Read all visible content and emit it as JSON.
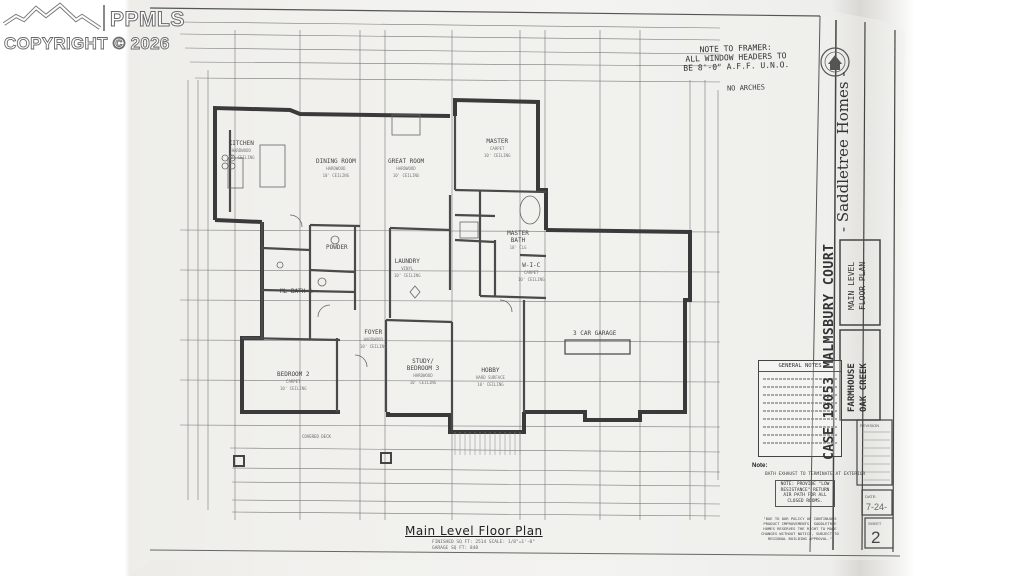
{
  "watermark": {
    "brand": "PPMLS",
    "copyright": "COPYRIGHT © 2026",
    "logo_icon": "mountains-icon"
  },
  "plan": {
    "title": "Main Level Floor Plan",
    "subtitle_line1": "FINISHED SQ FT: 2514   SCALE: 1/8\"=1'-0\"",
    "subtitle_line2": "GARAGE SQ FT: 848",
    "framer_note": [
      "NOTE TO FRAMER:",
      "ALL WINDOW HEADERS TO",
      "BE 8'-0\" A.F.F. U.N.O."
    ],
    "no_arches": "NO ARCHES",
    "rooms": [
      {
        "name": "KITCHEN",
        "floor": "HARDWOOD",
        "ceiling": "10' CEILING"
      },
      {
        "name": "DINING ROOM",
        "floor": "HARDWOOD",
        "ceiling": "10' CEILING"
      },
      {
        "name": "GREAT ROOM",
        "floor": "HARDWOOD",
        "ceiling": "10' CEILING"
      },
      {
        "name": "MASTER",
        "floor": "CARPET",
        "ceiling": "10' CEILING"
      },
      {
        "name": "MASTER BATH",
        "floor": "",
        "ceiling": "10' CLG"
      },
      {
        "name": "W-I-C",
        "floor": "CARPET",
        "ceiling": "10' CEILING"
      },
      {
        "name": "POWDER",
        "floor": "",
        "ceiling": ""
      },
      {
        "name": "LAUNDRY",
        "floor": "VINYL",
        "ceiling": "10' CEILING"
      },
      {
        "name": "ML BATH A",
        "floor": "",
        "ceiling": ""
      },
      {
        "name": "FOYER",
        "floor": "HARDWOOD",
        "ceiling": "10' CEILING"
      },
      {
        "name": "BEDROOM 2",
        "floor": "CARPET",
        "ceiling": "10' CEILING"
      },
      {
        "name": "STUDY/ BEDROOM 3",
        "floor": "HARDWOOD",
        "ceiling": "10' CEILING"
      },
      {
        "name": "HOBBY",
        "floor": "HARD SURFACE",
        "ceiling": "10' CEILING"
      },
      {
        "name": "3 CAR GARAGE",
        "floor": "",
        "ceiling": ""
      }
    ],
    "covered_deck": "COVERED DECK"
  },
  "title_block": {
    "company": "- Saddletree Homes -",
    "address": "CASE 19053 MALMSBURY COURT",
    "sheet_name": [
      "MAIN LEVEL",
      "FLOOR PLAN"
    ],
    "model": [
      "FARMHOUSE",
      "OAK CREEK"
    ],
    "revision_label": "REVISION",
    "date_label": "DATE:",
    "date_value": "7-24-",
    "sheet_label": "SHEET",
    "sheet_number": "2"
  },
  "notes": {
    "general_notes_title": "GENERAL NOTES",
    "note_label": "Note:",
    "bath_exhaust": "BATH EXHAUST TO TERMINATE AT EXTERIOR",
    "low_resistance": [
      "NOTE: PROVIDE \"LOW",
      "RESISTANCE\" RETURN",
      "AIR PATH FOR ALL",
      "CLOSED ROOMS."
    ],
    "policy": "\"DUE TO OUR POLICY OF CONTINUOUS PRODUCT IMPROVEMENTS, SADDLETREE HOMES RESERVES THE RIGHT TO MAKE CHANGES WITHOUT NOTICE, SUBJECT TO REGIONAL BUILDING APPROVAL.\""
  }
}
